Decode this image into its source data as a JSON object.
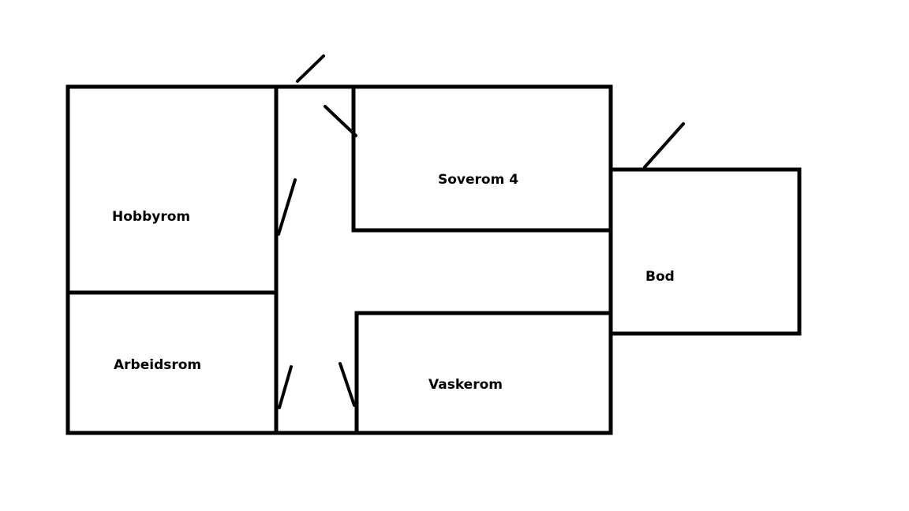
{
  "rooms": {
    "hobbyrom": "Hobbyrom",
    "arbeidsrom": "Arbeidsrom",
    "soverom4": "Soverom 4",
    "vaskerom": "Vaskerom",
    "bod": "Bod"
  },
  "colors": {
    "background": "#ffffff",
    "lines": "#000000"
  }
}
